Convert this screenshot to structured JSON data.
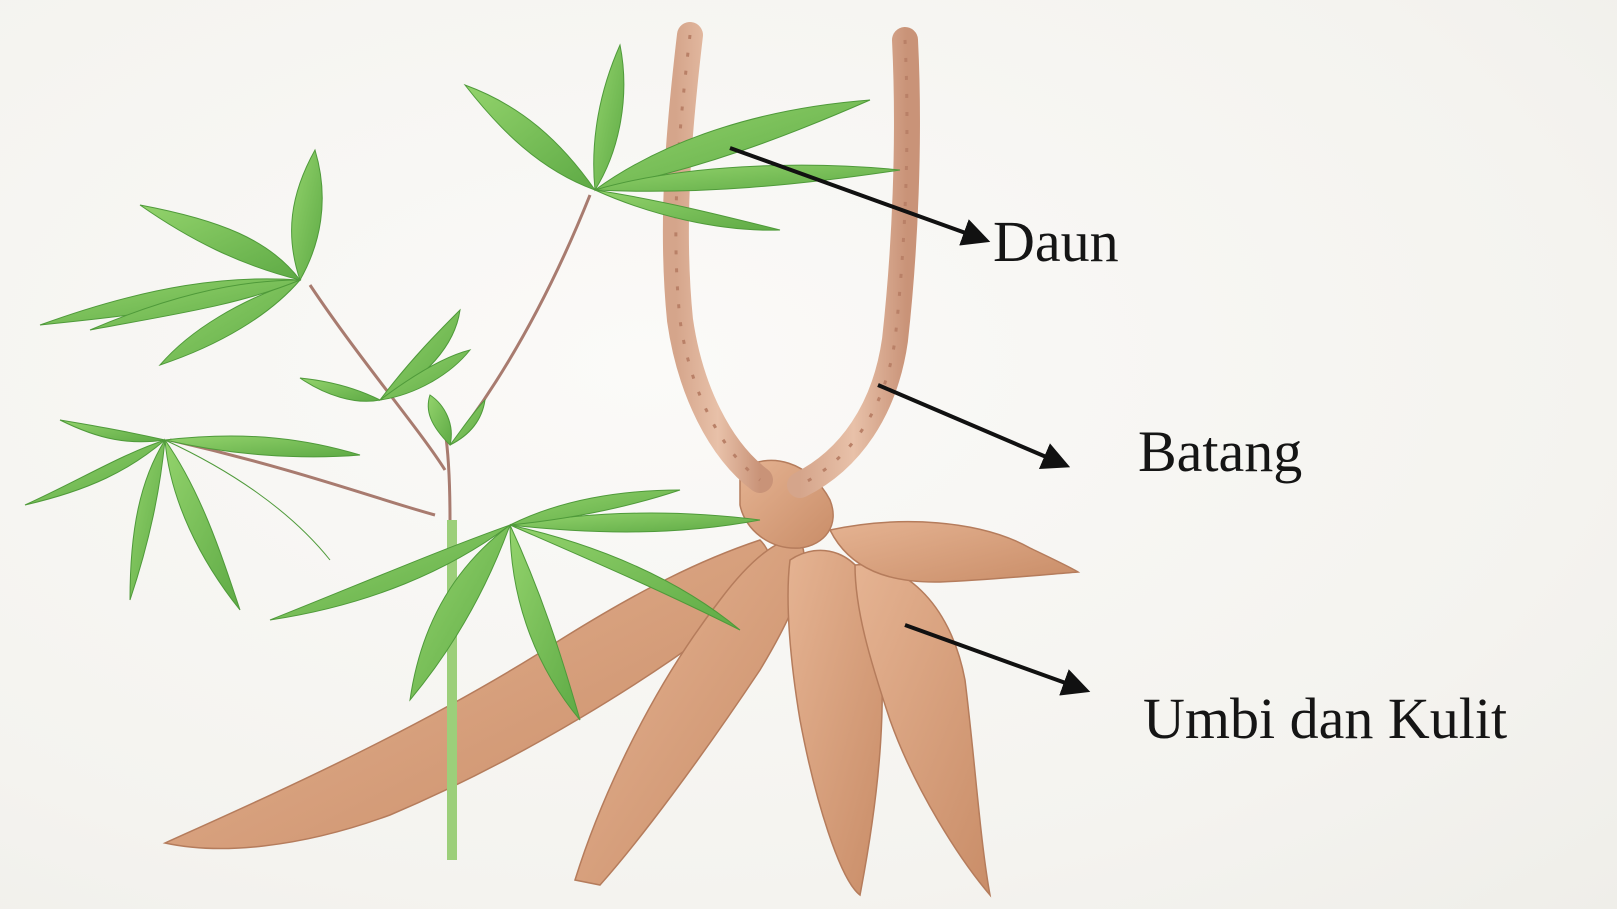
{
  "labels": {
    "daun": "Daun",
    "batang": "Batang",
    "umbi": "Umbi dan Kulit"
  },
  "colors": {
    "leaf": "#7cc35a",
    "leaf_dark": "#4f9a3a",
    "stem": "#d8a88e",
    "tuber": "#d9a07c",
    "tuber_shade": "#b97e5c",
    "arrow": "#111111",
    "background": "#f7f6f3"
  }
}
